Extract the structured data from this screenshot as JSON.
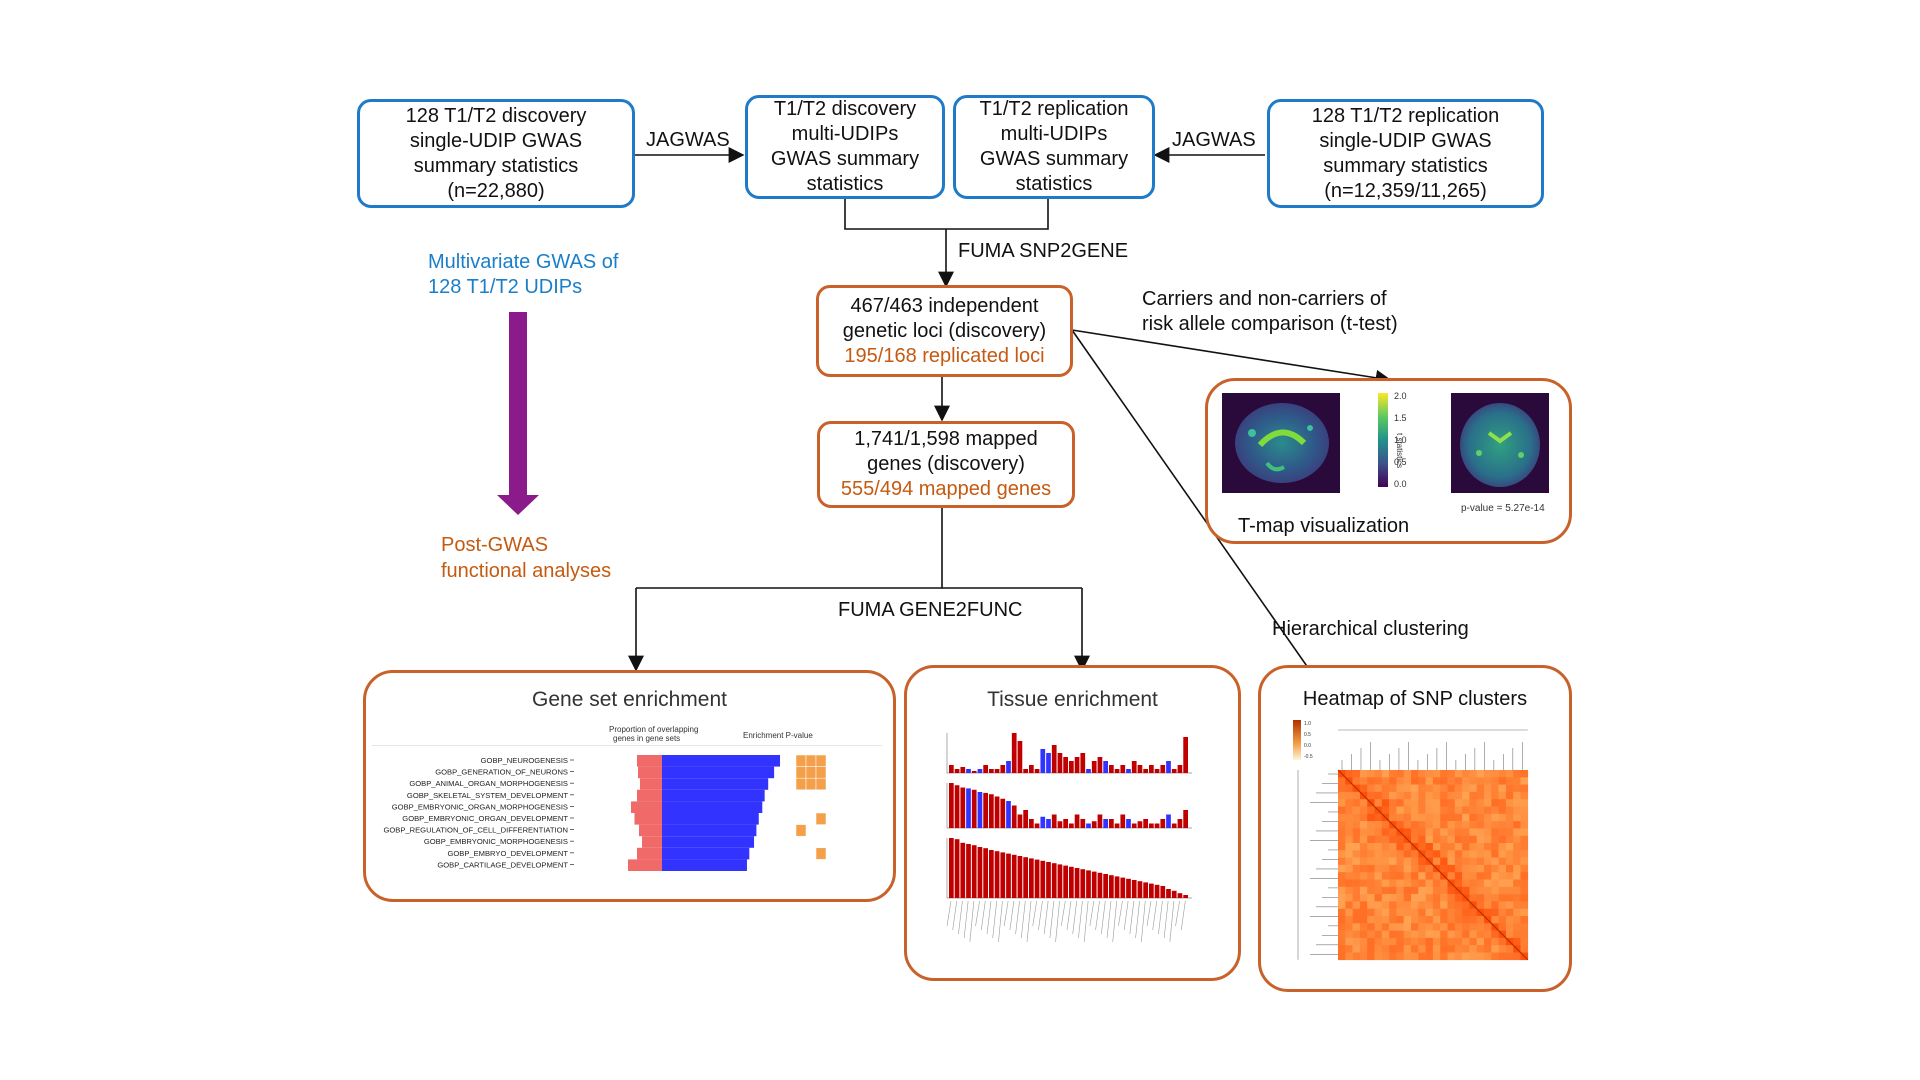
{
  "boxes": {
    "discovery_single": [
      "128 T1/T2 discovery",
      "single-UDIP GWAS",
      "summary statistics",
      "(n=22,880)"
    ],
    "discovery_multi": [
      "T1/T2 discovery",
      "multi-UDIPs",
      "GWAS summary",
      "statistics"
    ],
    "replication_multi": [
      "T1/T2 replication",
      "multi-UDIPs",
      "GWAS summary",
      "statistics"
    ],
    "replication_single": [
      "128 T1/T2 replication",
      "single-UDIP GWAS",
      "summary statistics",
      "(n=12,359/11,265)"
    ],
    "loci": [
      "467/463 independent",
      "genetic loci (discovery)",
      "195/168 replicated loci"
    ],
    "genes": [
      "1,741/1,598 mapped",
      "genes (discovery)",
      "555/494 mapped genes"
    ]
  },
  "labels": {
    "jagwas_left": "JAGWAS",
    "jagwas_right": "JAGWAS",
    "snp2gene": "FUMA SNP2GENE",
    "gene2func": "FUMA GENE2FUNC",
    "carriers": [
      "Carriers and non-carriers of",
      "risk allele comparison (t-test)"
    ],
    "clustering": "Hierarchical clustering",
    "multivariate": [
      "Multivariate  GWAS of",
      "128 T1/T2 UDIPs"
    ],
    "post_gwas": [
      "Post-GWAS",
      "functional  analyses"
    ]
  },
  "panels": {
    "tmap": {
      "title": "T-map visualization",
      "pvalue": "p-value = 5.27e-14",
      "colorbar_label": "t statistics",
      "ticks": [
        "2.0",
        "1.5",
        "1.0",
        "0.5",
        "0.0"
      ]
    },
    "geneset": {
      "title": "Gene set enrichment",
      "col1": [
        "Proportion of overlapping",
        "genes in gene sets"
      ],
      "col2": "Enrichment P-value",
      "rows": [
        "GOBP_NEUROGENESIS",
        "GOBP_GENERATION_OF_NEURONS",
        "GOBP_ANIMAL_ORGAN_MORPHOGENESIS",
        "GOBP_SKELETAL_SYSTEM_DEVELOPMENT",
        "GOBP_EMBRYONIC_ORGAN_MORPHOGENESIS",
        "GOBP_EMBRYONIC_ORGAN_DEVELOPMENT",
        "GOBP_REGULATION_OF_CELL_DIFFERENTIATION",
        "GOBP_EMBRYONIC_MORPHOGENESIS",
        "GOBP_EMBRYO_DEVELOPMENT",
        "GOBP_CARTILAGE_DEVELOPMENT"
      ],
      "proportion": [
        0.5,
        0.48,
        0.44,
        0.5,
        0.62,
        0.55,
        0.46,
        0.4,
        0.5,
        0.68
      ],
      "enrichment": [
        1.0,
        0.95,
        0.9,
        0.87,
        0.85,
        0.82,
        0.8,
        0.78,
        0.74,
        0.72
      ]
    },
    "tissue": {
      "title": "Tissue enrichment",
      "row1": [
        0.2,
        0.1,
        0.15,
        0.1,
        0.05,
        0.1,
        0.2,
        0.1,
        0.1,
        0.2,
        0.3,
        1.0,
        0.8,
        0.1,
        0.2,
        0.1,
        0.6,
        0.5,
        0.7,
        0.5,
        0.4,
        0.3,
        0.4,
        0.5,
        0.1,
        0.3,
        0.4,
        0.3,
        0.2,
        0.1,
        0.2,
        0.1,
        0.3,
        0.2,
        0.1,
        0.2,
        0.1,
        0.2,
        0.3,
        0.1,
        0.2,
        0.9
      ],
      "row2": [
        1.0,
        0.95,
        0.9,
        0.88,
        0.85,
        0.8,
        0.78,
        0.75,
        0.7,
        0.65,
        0.6,
        0.5,
        0.3,
        0.4,
        0.2,
        0.1,
        0.25,
        0.2,
        0.3,
        0.15,
        0.2,
        0.1,
        0.3,
        0.2,
        0.1,
        0.15,
        0.3,
        0.2,
        0.2,
        0.1,
        0.3,
        0.2,
        0.1,
        0.15,
        0.2,
        0.1,
        0.1,
        0.2,
        0.3,
        0.1,
        0.2,
        0.4
      ],
      "row3": [
        1.0,
        0.98,
        0.92,
        0.9,
        0.88,
        0.85,
        0.83,
        0.8,
        0.78,
        0.76,
        0.74,
        0.72,
        0.7,
        0.68,
        0.66,
        0.64,
        0.62,
        0.6,
        0.58,
        0.56,
        0.54,
        0.52,
        0.5,
        0.48,
        0.46,
        0.44,
        0.42,
        0.4,
        0.38,
        0.36,
        0.34,
        0.32,
        0.3,
        0.28,
        0.26,
        0.24,
        0.22,
        0.2,
        0.15,
        0.12,
        0.08,
        0.05
      ]
    },
    "heatmap": {
      "title": "Heatmap of SNP clusters",
      "legend_ticks": [
        "1.0",
        "0.5",
        "0.0",
        "-0.5"
      ]
    }
  },
  "colors": {
    "blue_border": "#1f7ac8",
    "orange_border": "#c8612a",
    "orange_text": "#c55a11",
    "blue_text": "#1a7fc9",
    "purple_arrow": "#8b1a8b",
    "bar_red": "#c00000",
    "bar_blue": "#3333ff",
    "pink": "#f06a6a",
    "orange_cell": "#f4a04a"
  }
}
